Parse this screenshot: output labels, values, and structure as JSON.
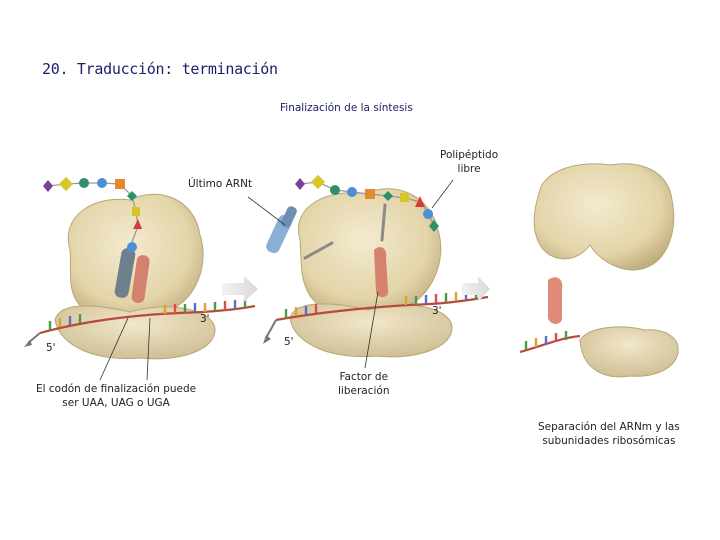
{
  "title": "20. Traducción: terminación",
  "subtitle": "Finalización de la síntesis",
  "labels": {
    "polypeptide": "Polipéptido\nlibre",
    "last_trna": "Último ARNt",
    "stop_codon": "El codón de finalización puede\nser UAA, UAG o UGA",
    "release_factor": "Factor de\nliberación",
    "separation": "Separación del ARNm y las\nsubunidades ribosómicas"
  },
  "ends": {
    "panel1_3": "3'",
    "panel1_5": "5'",
    "panel2_3": "3'",
    "panel2_5": "5'"
  },
  "colors": {
    "ribosome": "#e8dcb0",
    "ribosome_shade": "#c9b88a",
    "mrna": "#b84a3a",
    "trna": "#6f8fb0",
    "release_factor": "#d9806e",
    "title": "#1a1f66"
  }
}
